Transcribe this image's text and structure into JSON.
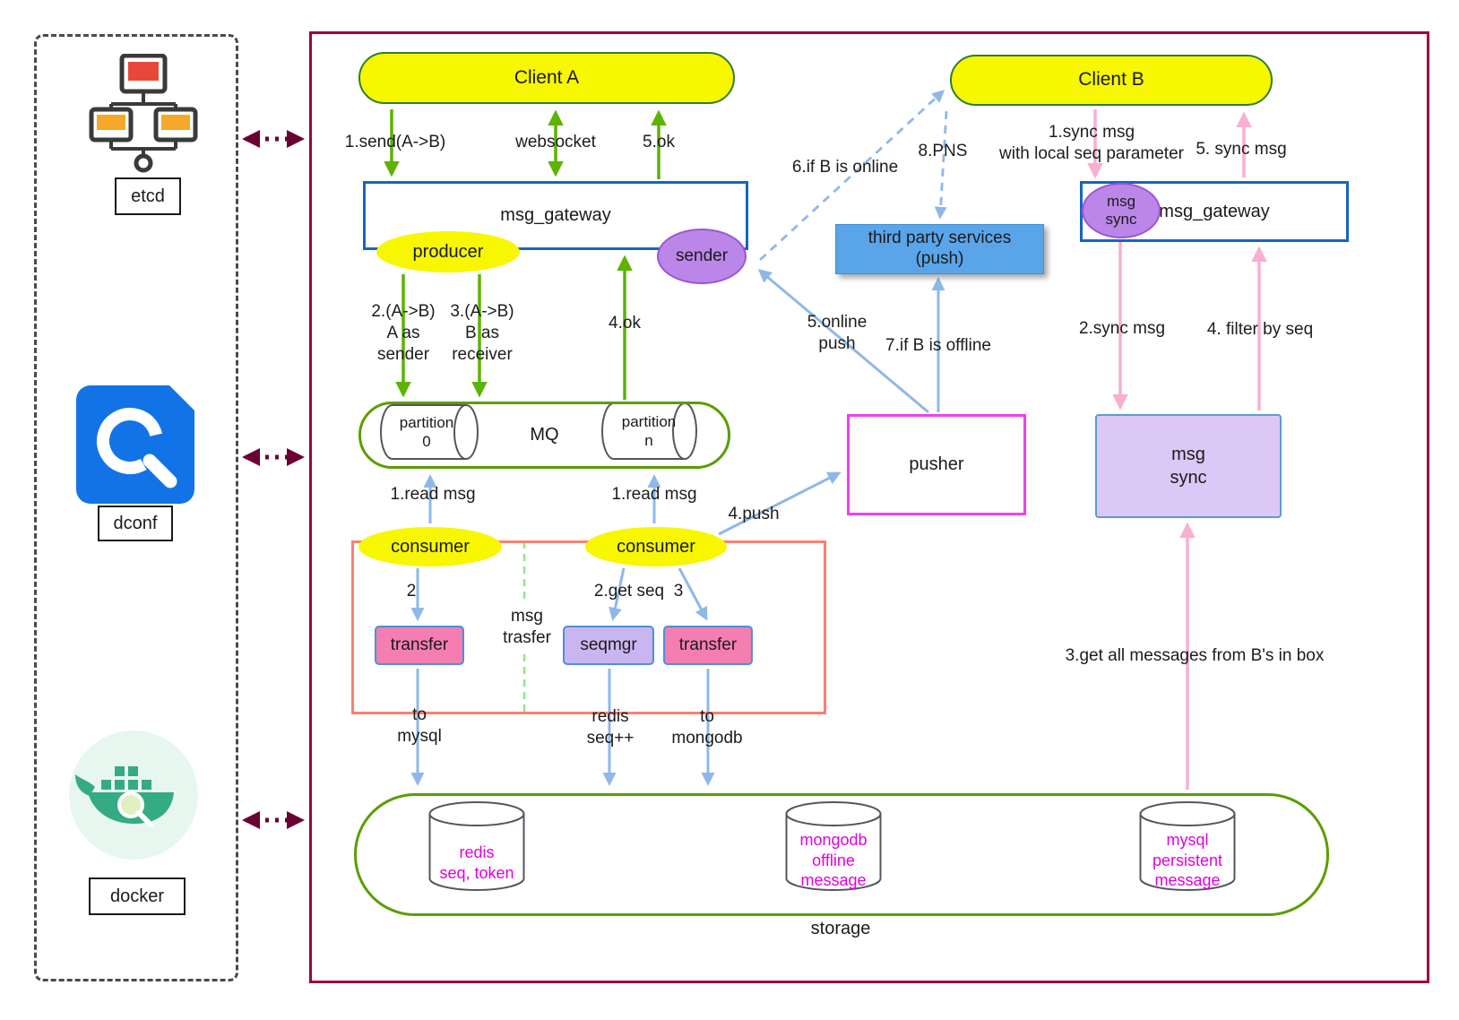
{
  "sidebar": {
    "etcd": "etcd",
    "dconf": "dconf",
    "docker": "docker"
  },
  "nodes": {
    "client_a": "Client A",
    "client_b": "Client B",
    "gateway_left": "msg_gateway",
    "gateway_right": "msg_gateway",
    "producer": "producer",
    "sender": "sender",
    "msg_sync_badge": "msg\nsync",
    "third_party": "third party services\n(push)",
    "mq": "MQ",
    "partition0": "partition\n0",
    "partition_n": "partition\nn",
    "pusher": "pusher",
    "msg_sync_box": "msg\nsync",
    "consumer_left": "consumer",
    "consumer_right": "consumer",
    "transfer_left": "transfer",
    "seqmgr": "seqmgr",
    "transfer_right": "transfer",
    "msg_trasfer": "msg\ntrasfer",
    "redis": "redis\nseq, token",
    "mongodb": "mongodb\noffline\nmessage",
    "mysql": "mysql\npersistent\nmessage",
    "storage": "storage"
  },
  "edges": {
    "send_ab": "1.send(A->B)",
    "websocket": "websocket",
    "ok5": "5.ok",
    "if_online": "6.if B is online",
    "pns": "8.PNS",
    "sync_local": "1.sync msg\nwith local seq parameter",
    "sync_msg5": "5. sync msg",
    "a_as_sender": "2.(A->B)\nA as\nsender",
    "b_as_receiver": "3.(A->B)\nB as\nreceiver",
    "ok4": "4.ok",
    "online_push": "5.online\npush",
    "if_offline": "7.if B is offline",
    "sync_msg2": "2.sync msg",
    "filter_by_seq": "4. filter by seq",
    "read_msg_left": "1.read msg",
    "read_msg_right": "1.read msg",
    "push4": "4.push",
    "step2": "2",
    "get_seq": "2.get seq",
    "step3": "3",
    "to_mysql": "to\nmysql",
    "redis_seq": "redis\nseq++",
    "to_mongodb": "to\nmongodb",
    "get_all": "3.get all messages from B's in box"
  },
  "colors": {
    "arrow_green": "#5cb300",
    "arrow_blue": "#8fb8e8",
    "arrow_pink": "#f9aed2",
    "arrow_maroon": "#6b0033",
    "main_border": "#9e0040",
    "storage_green": "#5a9e00",
    "magenta_text": "#e100e1"
  }
}
